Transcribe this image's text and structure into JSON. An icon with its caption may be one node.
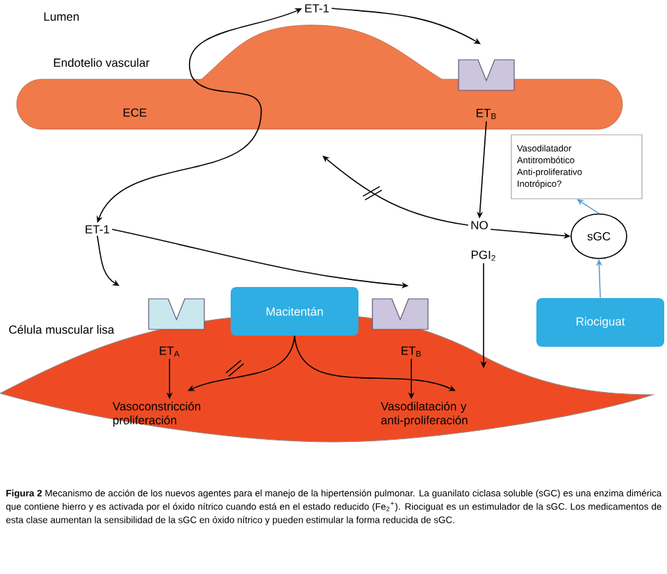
{
  "diagram": {
    "caption": "**Figura 2** Mecanismo de acción de los nuevos agentes para el manejo de la hipertensión pulmonar. La guanilato ciclasa soluble (sGC) es una enzima dimérica que contiene hierro y es activada por el óxido nítrico cuando está en el estado reducido (Fe$_{2}$$^{+}$). Riociguat es un estimulador de la sGC. Los medicamentos de esta clase aumentan la sensibilidad de la sGC en óxido nítrico y pueden estimular la forma reducida de sGC.",
    "nodes": [
      {
        "text": [
          "ET-1"
        ]
      },
      {
        "text": [
          "ET$_{B}$"
        ]
      },
      {
        "text": [
          "NO"
        ]
      },
      {
        "text": [
          "PGI$_{2}$"
        ]
      },
      {
        "text": [
          "sGC"
        ]
      },
      {
        "text": [
          "Vasodilatador",
          "Antitrombótico",
          "Anti-proliferativo",
          "Inotrópico?"
        ]
      },
      {
        "text": [
          "Riociguat"
        ]
      },
      {
        "text": [
          "ET-1"
        ]
      },
      {
        "text": [
          "ET$_{A}$"
        ]
      },
      {
        "text": [
          "Macitentán"
        ]
      },
      {
        "text": [
          "ET$_{B}$"
        ]
      },
      {
        "text": [
          "Vasoconstricción proliferación"
        ]
      },
      {
        "text": [
          "Vasodilatación y anti-proliferación"
        ]
      }
    ],
    "edges": [
      {
        "from": 7,
        "to": 0,
        "arrow": "both"
      },
      {
        "from": 0,
        "to": 1,
        "arrow": "to"
      },
      {
        "from": 1,
        "to": 2,
        "arrow": "to"
      },
      {
        "from": 2,
        "to": null,
        "arrow": "to"
      },
      {
        "from": 2,
        "to": 4,
        "arrow": "to"
      },
      {
        "from": 4,
        "to": 5,
        "arrow": "to",
        "color": "#5b9bd5"
      },
      {
        "from": 6,
        "to": 4,
        "arrow": "to",
        "color": "#5b9bd5"
      },
      {
        "from": 3,
        "to": null,
        "arrow": "to"
      },
      {
        "from": 7,
        "to": 8,
        "arrow": "to"
      },
      {
        "from": 7,
        "to": 10,
        "arrow": "to"
      },
      {
        "from": 9,
        "to": 11,
        "arrow": "to"
      },
      {
        "from": 9,
        "to": 12,
        "arrow": "to"
      },
      {
        "from": 8,
        "to": 11,
        "arrow": "to"
      },
      {
        "from": 10,
        "to": 12,
        "arrow": "to"
      }
    ],
    "labels": [
      "Lumen",
      "Endotelio vascular",
      "ECE",
      "Célula muscular lisa"
    ]
  }
}
